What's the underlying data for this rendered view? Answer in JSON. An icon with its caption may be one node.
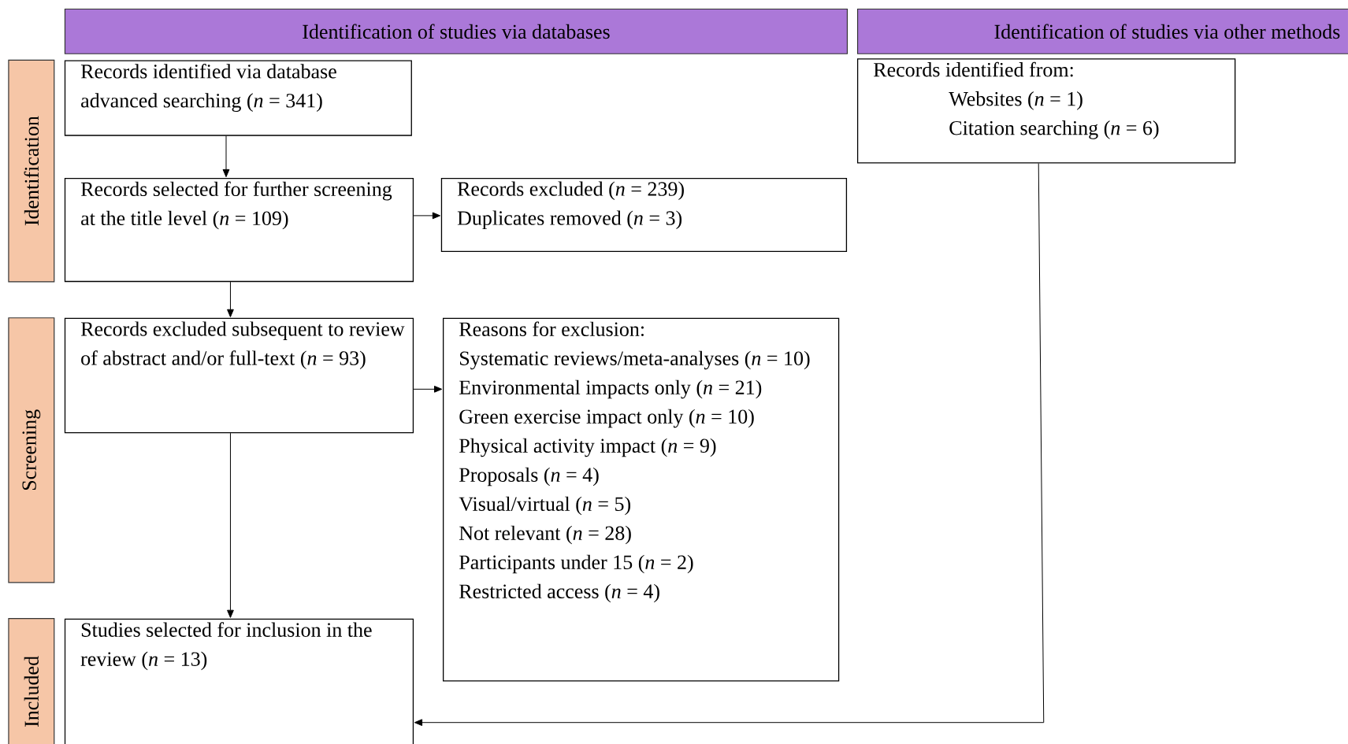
{
  "diagram": {
    "nodes": [
      {
        "text": [
          "Identification of studies via databases"
        ]
      },
      {
        "text": [
          "Identification of studies via other methods"
        ]
      },
      {
        "text": [
          "Identification"
        ]
      },
      {
        "text": [
          "Screening"
        ]
      },
      {
        "text": [
          "Included"
        ]
      },
      {
        "text": [
          "Records identified via database advanced searching (*n* = 341)"
        ]
      },
      {
        "text": [
          "Records selected for further screening at the title level (*n* = 109)"
        ]
      },
      {
        "text": [
          "Records excluded (*n* = 239)",
          "Duplicates removed (*n* = 3)"
        ]
      },
      {
        "text": [
          "Records excluded subsequent to review of abstract and/or full-text (*n* = 93)"
        ]
      },
      {
        "text": [
          "Reasons for exclusion:",
          "Systematic reviews/meta-analyses (*n* = 10)",
          "Environmental impacts only (*n* = 21)",
          "Green exercise impact only (*n* = 10)",
          "Physical activity impact (*n* = 9)",
          "Proposals (*n* = 4)",
          "Visual/virtual (*n* = 5)",
          "Not relevant (*n* = 28)",
          "Participants under 15 (*n* = 2)",
          "Restricted access (*n* = 4)"
        ]
      },
      {
        "text": [
          "Studies selected for inclusion in the review (*n* = 13)"
        ]
      },
      {
        "text": [
          "Records identified from:",
          "Websites (*n* = 1)",
          "Citation searching (*n* = 6)"
        ]
      }
    ],
    "edges": [
      {
        "from": 5,
        "to": 6,
        "arrow": "to"
      },
      {
        "from": 6,
        "to": 7,
        "arrow": "to"
      },
      {
        "from": 6,
        "to": 8,
        "arrow": "to"
      },
      {
        "from": 8,
        "to": 9,
        "arrow": "to"
      },
      {
        "from": 8,
        "to": 10,
        "arrow": "to"
      },
      {
        "from": 11,
        "to": 10,
        "arrow": "to"
      }
    ]
  }
}
